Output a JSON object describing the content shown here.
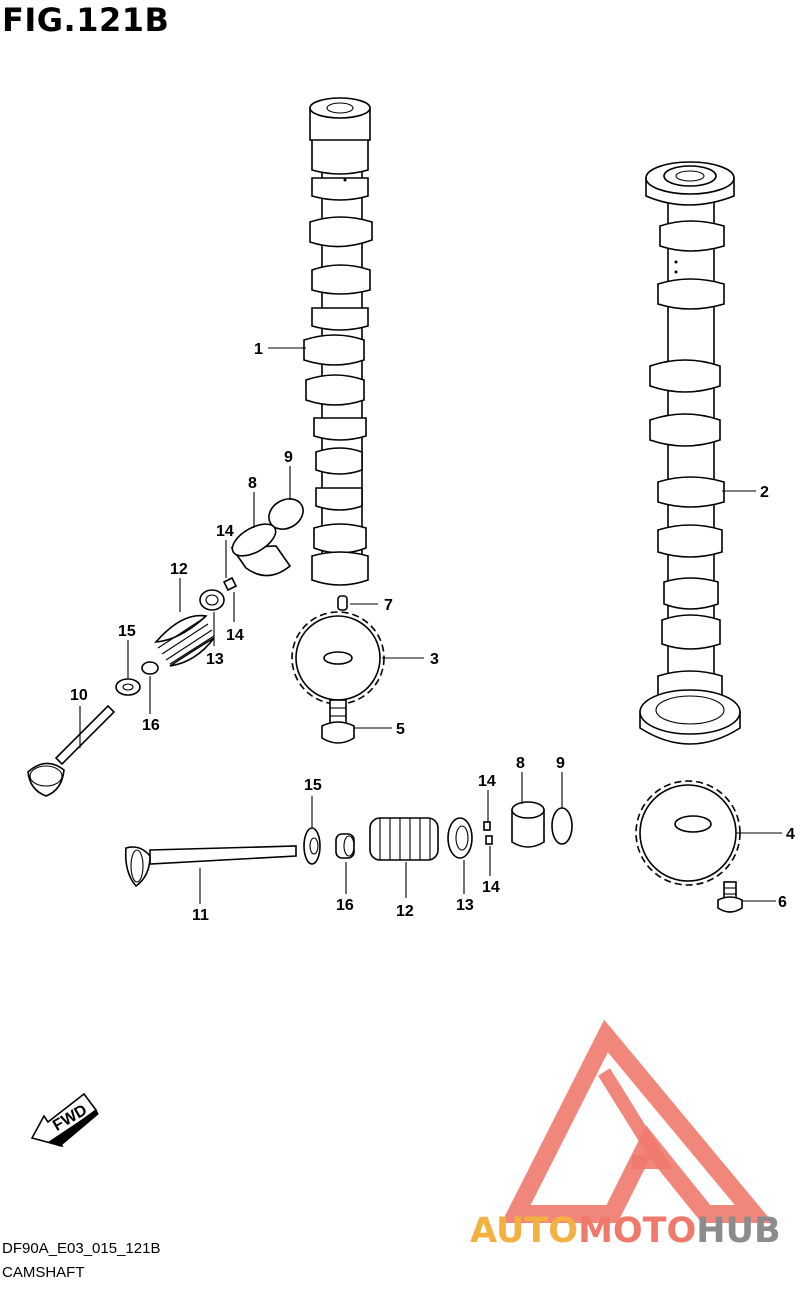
{
  "figure": {
    "title": "FIG.121B"
  },
  "footer": {
    "code": "DF90A_E03_015_121B",
    "name": "CAMSHAFT"
  },
  "direction_badge": {
    "label": "FWD"
  },
  "watermark": {
    "part1": "AUTO",
    "part2": "MOTO",
    "part3": "HUB",
    "color_red": "#f0796b",
    "color_orange": "#f5b041",
    "color_gray": "#8c8c8c"
  },
  "callouts": [
    {
      "id": "c1",
      "label": "1"
    },
    {
      "id": "c2",
      "label": "2"
    },
    {
      "id": "c3",
      "label": "3"
    },
    {
      "id": "c4",
      "label": "4"
    },
    {
      "id": "c5",
      "label": "5"
    },
    {
      "id": "c6",
      "label": "6"
    },
    {
      "id": "c7",
      "label": "7"
    },
    {
      "id": "c8a",
      "label": "8"
    },
    {
      "id": "c9a",
      "label": "9"
    },
    {
      "id": "c8b",
      "label": "8"
    },
    {
      "id": "c9b",
      "label": "9"
    },
    {
      "id": "c10",
      "label": "10"
    },
    {
      "id": "c11",
      "label": "11"
    },
    {
      "id": "c12a",
      "label": "12"
    },
    {
      "id": "c12b",
      "label": "12"
    },
    {
      "id": "c13a",
      "label": "13"
    },
    {
      "id": "c13b",
      "label": "13"
    },
    {
      "id": "c14a",
      "label": "14"
    },
    {
      "id": "c14b",
      "label": "14"
    },
    {
      "id": "c14c",
      "label": "14"
    },
    {
      "id": "c14d",
      "label": "14"
    },
    {
      "id": "c15a",
      "label": "15"
    },
    {
      "id": "c15b",
      "label": "15"
    },
    {
      "id": "c16a",
      "label": "16"
    },
    {
      "id": "c16b",
      "label": "16"
    }
  ]
}
